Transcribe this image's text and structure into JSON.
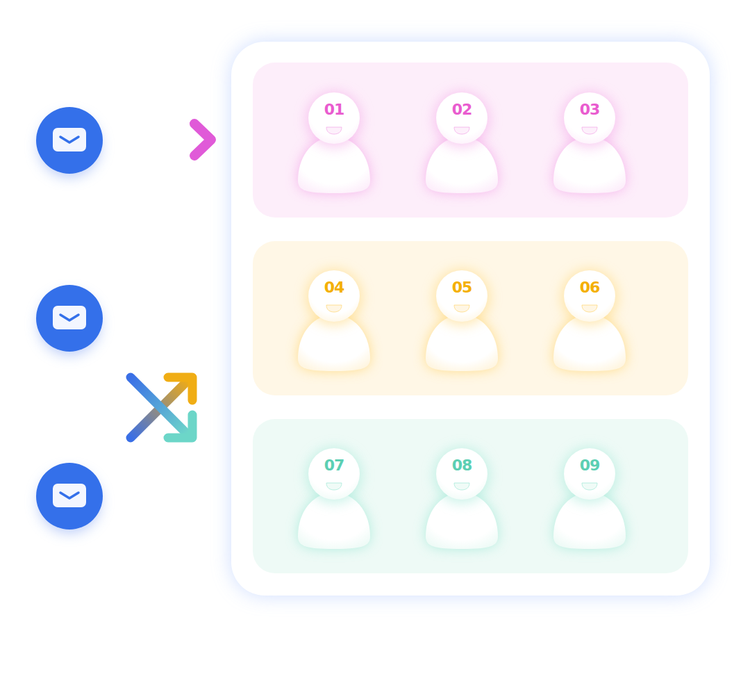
{
  "diagram": {
    "nodes": [
      {
        "text": [
          "01"
        ]
      },
      {
        "text": [
          "02"
        ]
      },
      {
        "text": [
          "03"
        ]
      },
      {
        "text": [
          "04"
        ]
      },
      {
        "text": [
          "05"
        ]
      },
      {
        "text": [
          "06"
        ]
      },
      {
        "text": [
          "07"
        ]
      },
      {
        "text": [
          "08"
        ]
      },
      {
        "text": [
          "09"
        ]
      }
    ]
  }
}
